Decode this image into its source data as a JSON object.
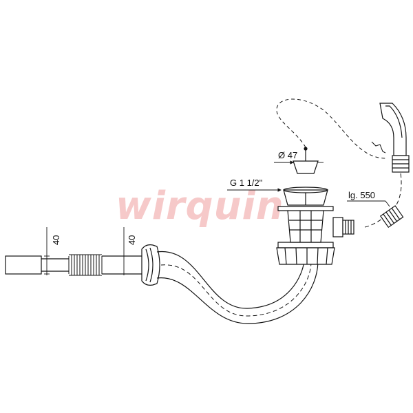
{
  "watermark": {
    "text": "wirquin"
  },
  "labels": {
    "diameter": "Ø 47",
    "thread": "G 1 1/2\"",
    "chain_length": "lg. 550",
    "dim_left": "40",
    "dim_right": "40"
  },
  "colors": {
    "line": "#111111",
    "watermark": "#f6c9c9"
  }
}
